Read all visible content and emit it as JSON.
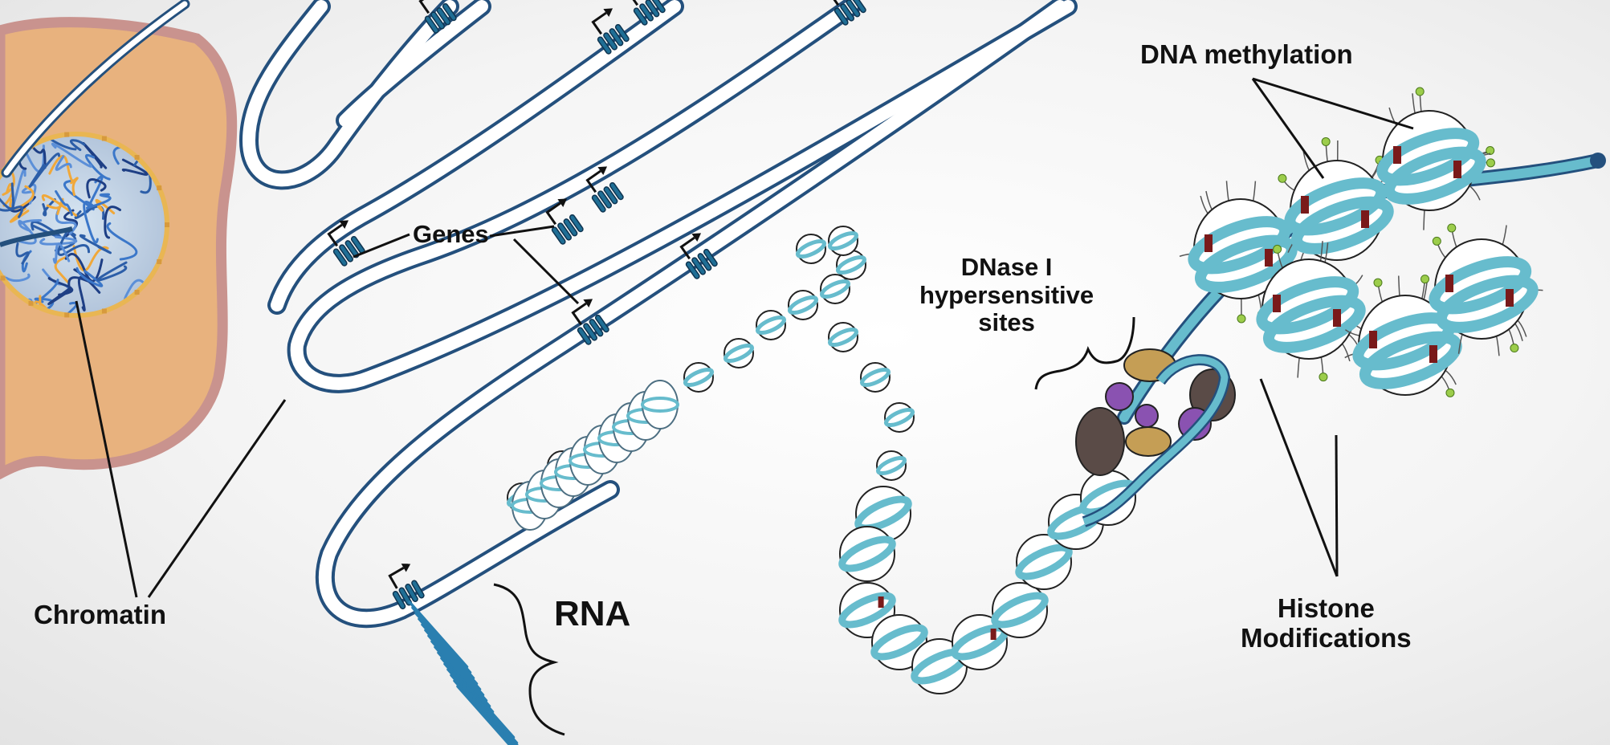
{
  "labels": {
    "chromatin": "Chromatin",
    "genes": "Genes",
    "rna": "RNA",
    "dnase": [
      "DNase I",
      "hypersensitive",
      "sites"
    ],
    "dna_methylation": "DNA methylation",
    "histone_modifications": [
      "Histone",
      "Modifications"
    ]
  },
  "colors": {
    "cell_fill": "#e8b27e",
    "cell_border": "#c9938e",
    "nucleus_rim": "#e9b653",
    "dna_outline": "#24507d",
    "nucleosome_band": "#67bccd",
    "methylation_mark": "#7a1a1a",
    "histone_tail_bead": "#9ccd4b",
    "protein_purple": "#8a52b1",
    "protein_gold": "#c59e55",
    "protein_brown": "#5a4b47",
    "rna_strand": "#2a7fb0"
  }
}
